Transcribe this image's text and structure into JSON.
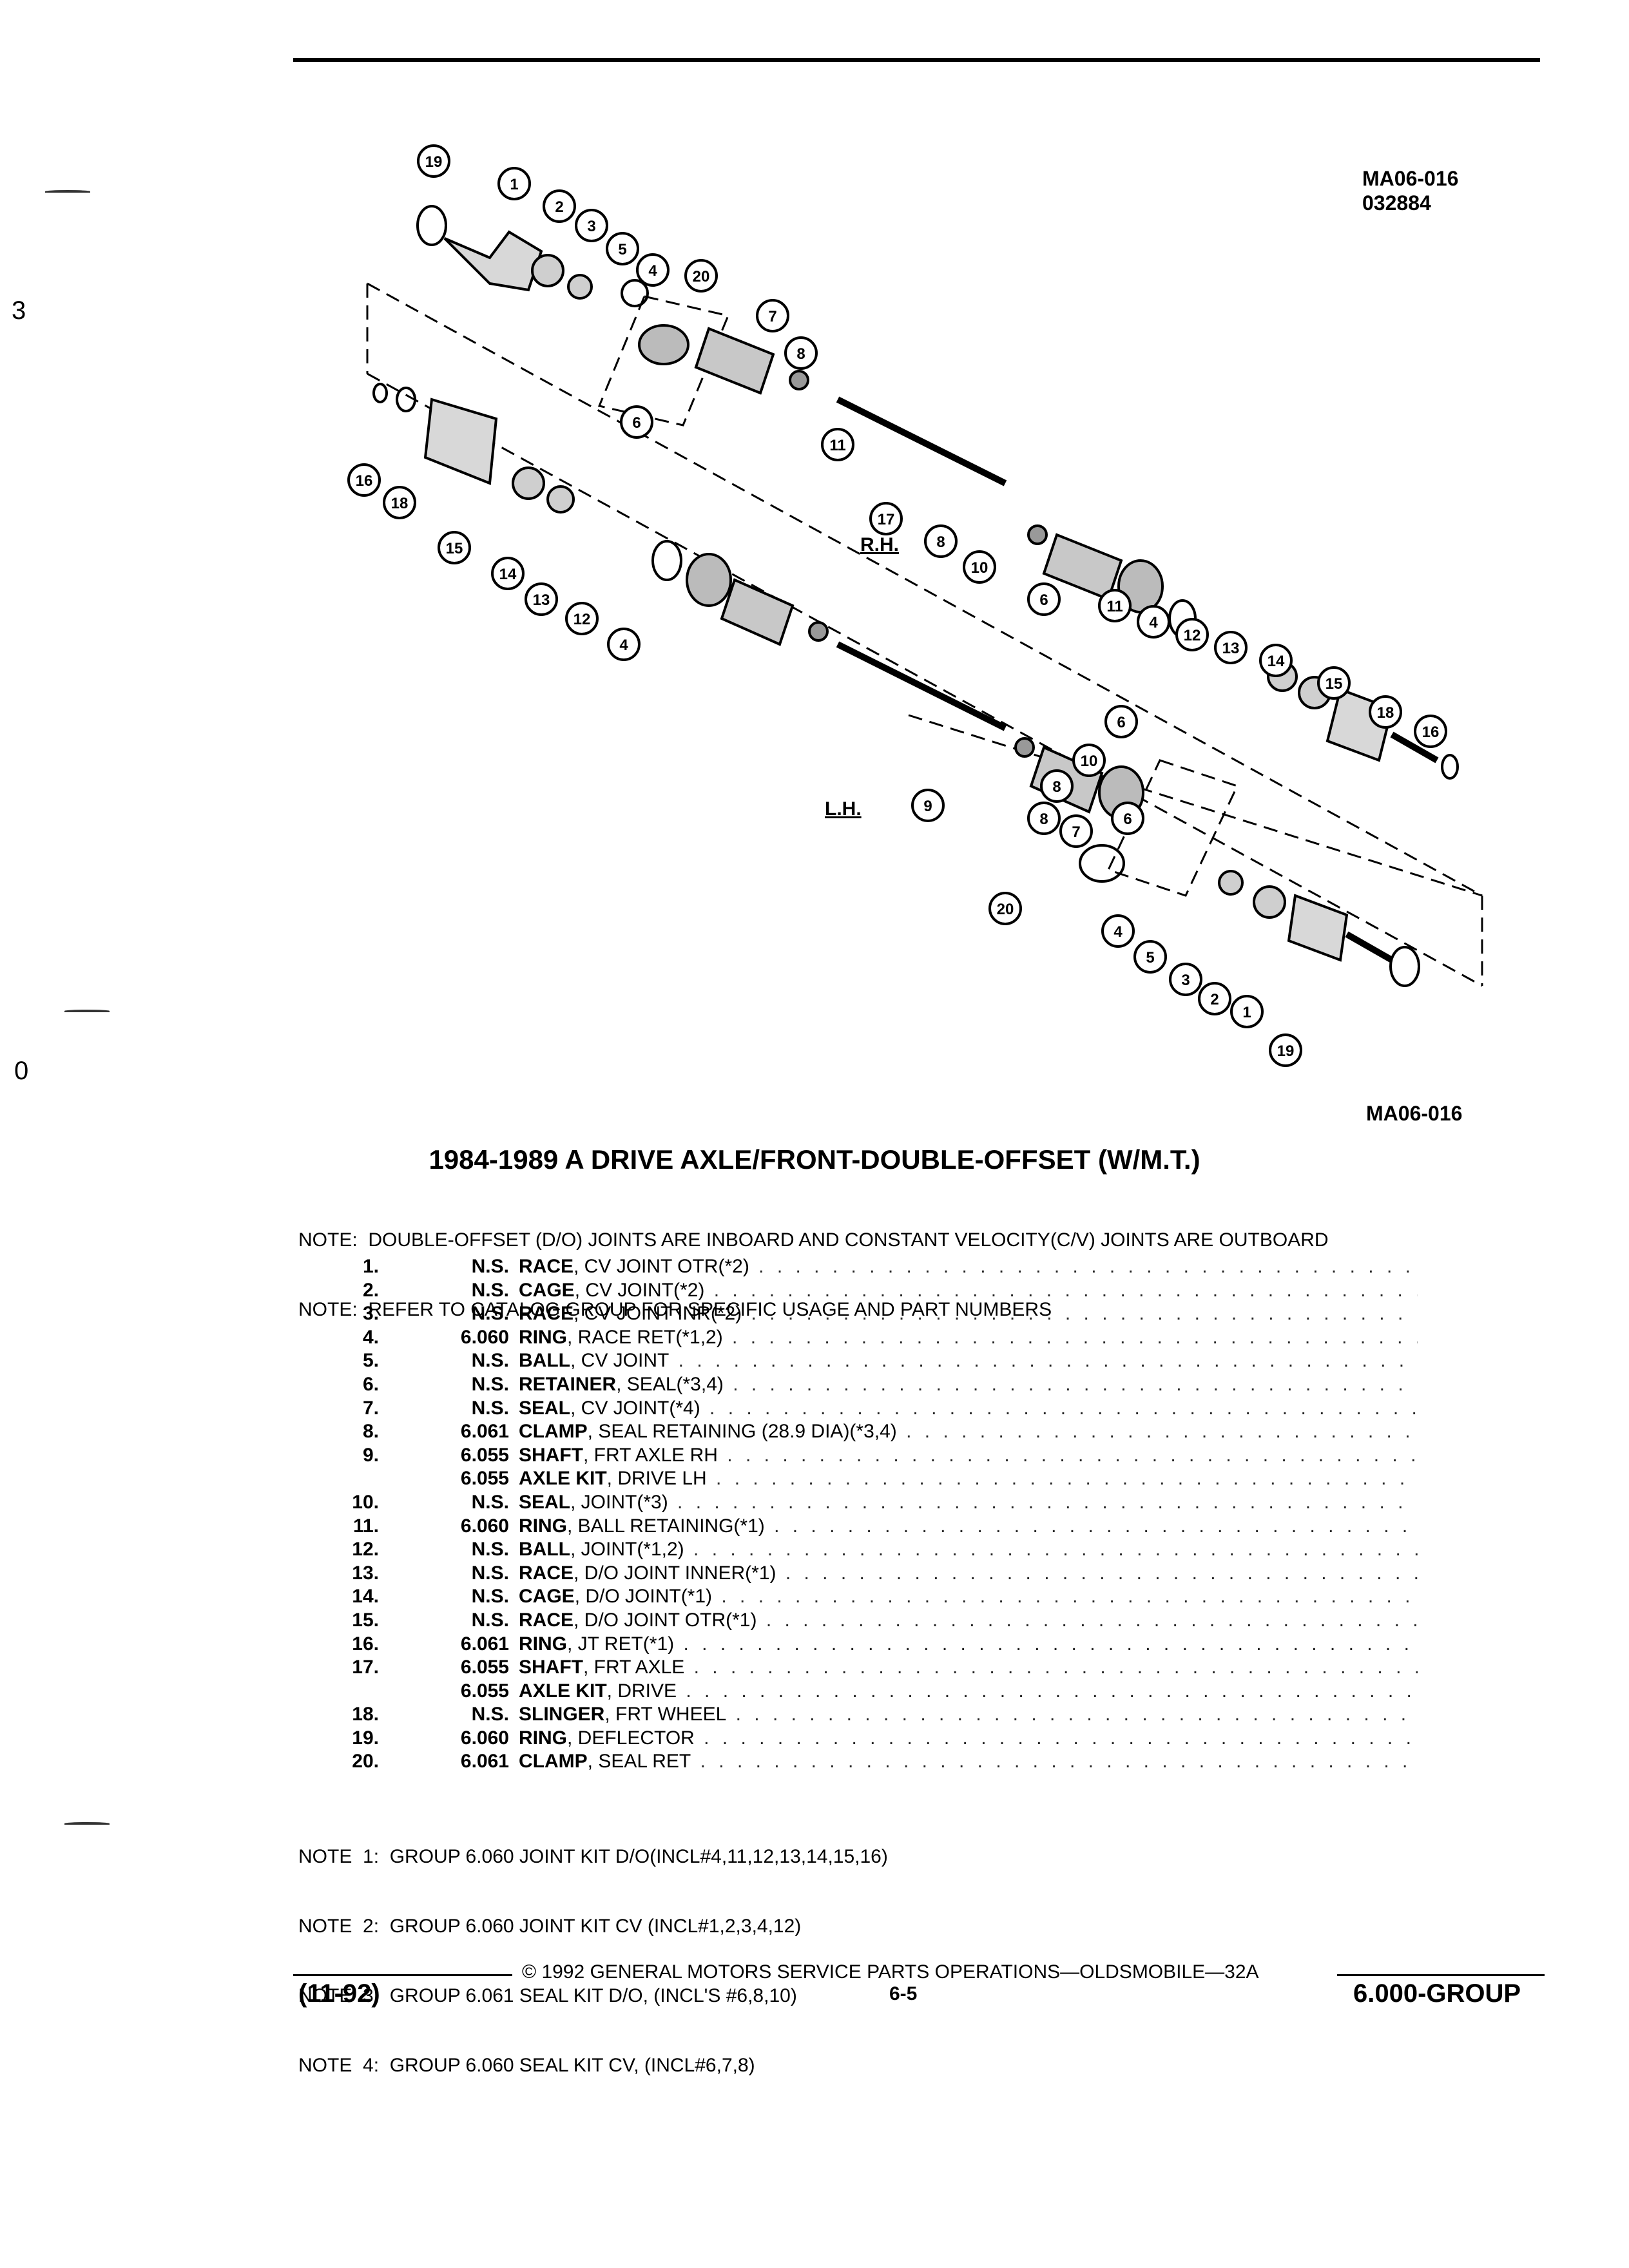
{
  "diagram": {
    "ref_top": [
      "MA06-016",
      "032884"
    ],
    "ref_bottom": "MA06-016",
    "side_labels": {
      "rh": "R.H.",
      "lh": "L.H."
    },
    "callouts_rh": [
      "19",
      "1",
      "2",
      "3",
      "5",
      "4",
      "20",
      "7",
      "8",
      "6",
      "16",
      "18",
      "15",
      "14",
      "13",
      "12",
      "4",
      "11",
      "17",
      "8",
      "10",
      "6",
      "11",
      "4",
      "12",
      "13",
      "14",
      "15",
      "18",
      "16"
    ],
    "callouts_lh": [
      "6",
      "10",
      "8",
      "9",
      "8",
      "7",
      "6",
      "20",
      "4",
      "5",
      "3",
      "2",
      "1",
      "19"
    ]
  },
  "title": "1984-1989 A DRIVE AXLE/FRONT-DOUBLE-OFFSET (W/M.T.)",
  "notes_top": [
    "NOTE:  DOUBLE-OFFSET (D/O) JOINTS ARE INBOARD AND CONSTANT VELOCITY(C/V) JOINTS ARE OUTBOARD",
    "NOTE:  REFER TO CATALOG GROUP FOR SPECIFIC USAGE AND PART NUMBERS"
  ],
  "parts": [
    {
      "num": "1.",
      "group": "N.S.",
      "name": "RACE",
      "desc": ", CV JOINT OTR(*2)"
    },
    {
      "num": "2.",
      "group": "N.S.",
      "name": "CAGE",
      "desc": ", CV JOINT(*2)"
    },
    {
      "num": "3.",
      "group": "N.S.",
      "name": "RACE",
      "desc": ", CV JOINT INR(*2)"
    },
    {
      "num": "4.",
      "group": "6.060",
      "name": "RING",
      "desc": ", RACE RET(*1,2)"
    },
    {
      "num": "5.",
      "group": "N.S.",
      "name": "BALL",
      "desc": ", CV JOINT"
    },
    {
      "num": "6.",
      "group": "N.S.",
      "name": "RETAINER",
      "desc": ", SEAL(*3,4)"
    },
    {
      "num": "7.",
      "group": "N.S.",
      "name": "SEAL",
      "desc": ", CV JOINT(*4)"
    },
    {
      "num": "8.",
      "group": "6.061",
      "name": "CLAMP",
      "desc": ", SEAL RETAINING (28.9 DIA)(*3,4)"
    },
    {
      "num": "9.",
      "group": "6.055",
      "name": "SHAFT",
      "desc": ", FRT AXLE RH"
    },
    {
      "num": "",
      "group": "6.055",
      "name": "AXLE KIT",
      "desc": ", DRIVE LH"
    },
    {
      "num": "10.",
      "group": "N.S.",
      "name": "SEAL",
      "desc": ", JOINT(*3)"
    },
    {
      "num": "11.",
      "group": "6.060",
      "name": "RING",
      "desc": ", BALL RETAINING(*1)"
    },
    {
      "num": "12.",
      "group": "N.S.",
      "name": "BALL",
      "desc": ", JOINT(*1,2)"
    },
    {
      "num": "13.",
      "group": "N.S.",
      "name": "RACE",
      "desc": ", D/O JOINT INNER(*1)"
    },
    {
      "num": "14.",
      "group": "N.S.",
      "name": "CAGE",
      "desc": ", D/O JOINT(*1)"
    },
    {
      "num": "15.",
      "group": "N.S.",
      "name": "RACE",
      "desc": ", D/O JOINT OTR(*1)"
    },
    {
      "num": "16.",
      "group": "6.061",
      "name": "RING",
      "desc": ", JT RET(*1)"
    },
    {
      "num": "17.",
      "group": "6.055",
      "name": "SHAFT",
      "desc": ", FRT AXLE"
    },
    {
      "num": "",
      "group": "6.055",
      "name": "AXLE KIT",
      "desc": ", DRIVE"
    },
    {
      "num": "18.",
      "group": "N.S.",
      "name": "SLINGER",
      "desc": ", FRT WHEEL"
    },
    {
      "num": "19.",
      "group": "6.060",
      "name": "RING",
      "desc": ", DEFLECTOR"
    },
    {
      "num": "20.",
      "group": "6.061",
      "name": "CLAMP",
      "desc": ", SEAL RET"
    }
  ],
  "notes_bottom": [
    "NOTE  1:  GROUP 6.060 JOINT KIT D/O(INCL#4,11,12,13,14,15,16)",
    "NOTE  2:  GROUP 6.060 JOINT KIT CV (INCL#1,2,3,4,12)",
    "NOTE  3:  GROUP 6.061 SEAL KIT D/O, (INCL'S #6,8,10)",
    "NOTE  4:  GROUP 6.060 SEAL KIT CV, (INCL#6,7,8)"
  ],
  "footer": {
    "copyright": "© 1992 GENERAL MOTORS SERVICE PARTS OPERATIONS—OLDSMOBILE—32A",
    "date": "(11-92)",
    "page": "6-5",
    "group": "6.000-GROUP"
  },
  "margin_marks": [
    "3",
    "0"
  ]
}
